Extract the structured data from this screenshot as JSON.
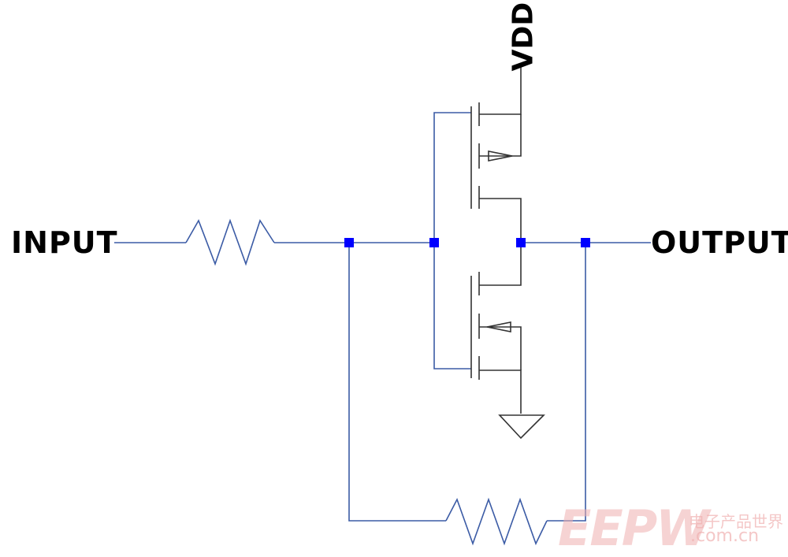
{
  "labels": {
    "input": "INPUT",
    "output": "OUTPUT",
    "supply": "VDD"
  },
  "watermark": {
    "logo": "EEPW",
    "cn_text": "电子产品世界",
    "url": ".com.cn"
  },
  "colors": {
    "wire": "#3b5ba5",
    "device": "#333333",
    "junction": "#0000ff",
    "watermark": "#f0b0b0"
  }
}
